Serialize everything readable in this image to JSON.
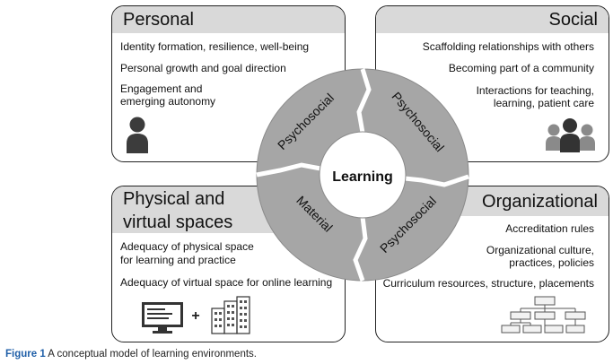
{
  "personal": {
    "title": "Personal",
    "items": [
      "Identity formation, resilience, well-being",
      "Personal growth and goal direction",
      "Engagement and",
      "emerging autonomy"
    ],
    "icon": "person-icon"
  },
  "social": {
    "title": "Social",
    "items": [
      "Scaffolding relationships with others",
      "Becoming part of a community",
      "Interactions for teaching,",
      "learning, patient care"
    ],
    "icon": "people-group-icon"
  },
  "physical": {
    "title_line1": "Physical and",
    "title_line2": "virtual spaces",
    "items": [
      "Adequacy of physical space",
      "for learning and practice",
      "Adequacy of virtual space for online learning"
    ],
    "plus": "+",
    "icons": [
      "monitor-icon",
      "buildings-icon"
    ]
  },
  "organizational": {
    "title": "Organizational",
    "items": [
      "Accreditation rules",
      "Organizational culture,",
      "practices, policies",
      "Curriculum resources, structure, placements"
    ],
    "icon": "org-chart-icon"
  },
  "wheel": {
    "center": "Learning",
    "segments": [
      "Psychosocial",
      "Psychosocial",
      "Material",
      "Psychosocial"
    ]
  },
  "caption": {
    "label": "Figure 1",
    "text": " A conceptual model of learning environments."
  }
}
